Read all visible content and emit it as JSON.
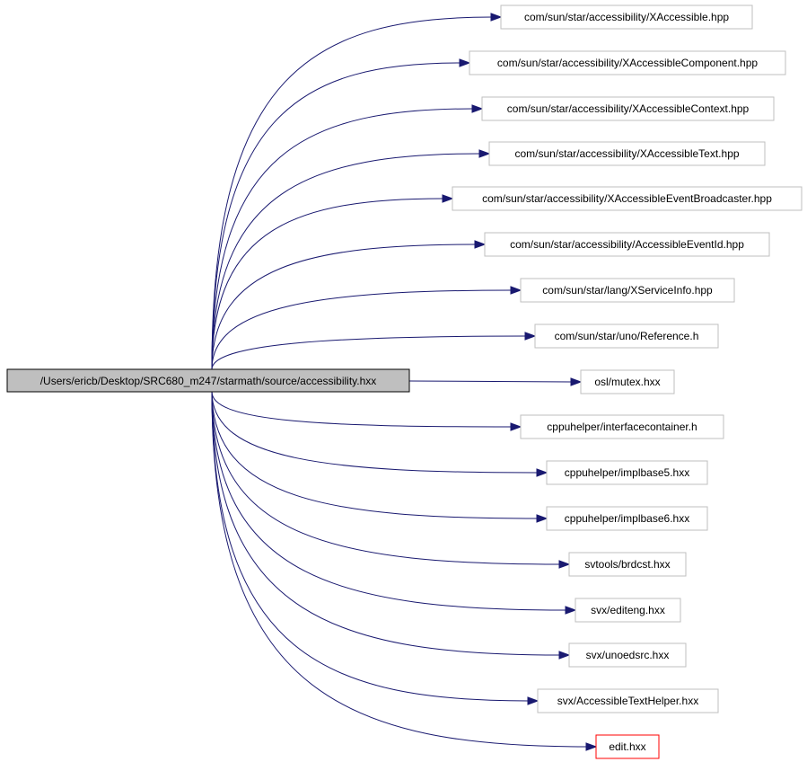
{
  "graph": {
    "edge_color": "#191970",
    "root": {
      "label": "/Users/ericb/Desktop/SRC680_m247/starmath/source/accessibility.hxx",
      "fill": "#bfbfbf"
    },
    "nodes": [
      {
        "label": "com/sun/star/accessibility/XAccessible.hpp"
      },
      {
        "label": "com/sun/star/accessibility/XAccessibleComponent.hpp"
      },
      {
        "label": "com/sun/star/accessibility/XAccessibleContext.hpp"
      },
      {
        "label": "com/sun/star/accessibility/XAccessibleText.hpp"
      },
      {
        "label": "com/sun/star/accessibility/XAccessibleEventBroadcaster.hpp"
      },
      {
        "label": "com/sun/star/accessibility/AccessibleEventId.hpp"
      },
      {
        "label": "com/sun/star/lang/XServiceInfo.hpp"
      },
      {
        "label": "com/sun/star/uno/Reference.h"
      },
      {
        "label": "osl/mutex.hxx"
      },
      {
        "label": "cppuhelper/interfacecontainer.h"
      },
      {
        "label": "cppuhelper/implbase5.hxx"
      },
      {
        "label": "cppuhelper/implbase6.hxx"
      },
      {
        "label": "svtools/brdcst.hxx"
      },
      {
        "label": "svx/editeng.hxx"
      },
      {
        "label": "svx/unoedsrc.hxx"
      },
      {
        "label": "svx/AccessibleTextHelper.hxx"
      },
      {
        "label": "edit.hxx",
        "border": "#ff0000"
      }
    ]
  }
}
